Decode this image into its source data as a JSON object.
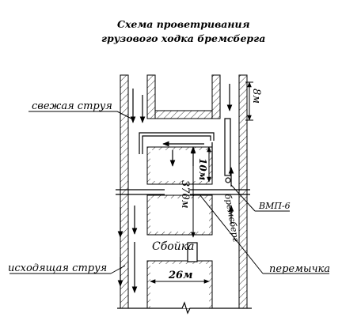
{
  "title": {
    "line1": "Схема проветривания",
    "line2": "грузового ходка бремсберга"
  },
  "labels": {
    "fresh_air": "свежая струя",
    "exhaust_air": "исходящая  струя",
    "bremsberg": "бремсберг",
    "fan": "ВМП-6",
    "bulkhead": "перемычка",
    "crosscut": "Сбойка"
  },
  "dimensions": {
    "height_top": "8м",
    "gap": "10м",
    "length": "370м",
    "width": "26м"
  },
  "colors": {
    "ink": "#000000",
    "background": "#ffffff"
  }
}
